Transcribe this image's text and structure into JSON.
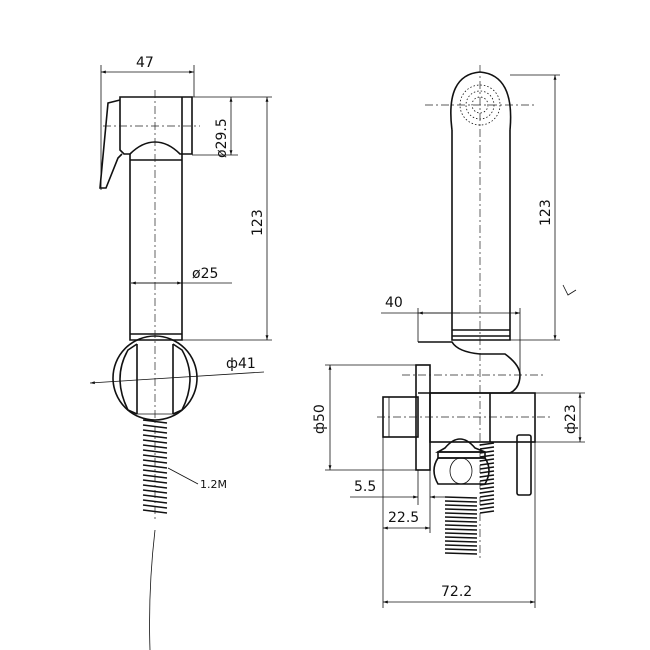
{
  "title": "Hygienic shower handset technical drawing",
  "side_view": {
    "width_label": "47",
    "head_diameter_label": "ø29.5",
    "length_label": "123",
    "body_diameter_label": "ø25",
    "holder_diameter_label": "ф41",
    "hose_length_label": "1.2M"
  },
  "front_view": {
    "length_label": "123",
    "depth_label": "40",
    "flange_diameter_label": "ф50",
    "outlet_diameter_label": "ф23",
    "flange_thickness_label": "5.5",
    "thread_length_label": "22.5",
    "total_depth_label": "72.2"
  },
  "colors": {
    "line": "#111111",
    "background": "#ffffff"
  }
}
